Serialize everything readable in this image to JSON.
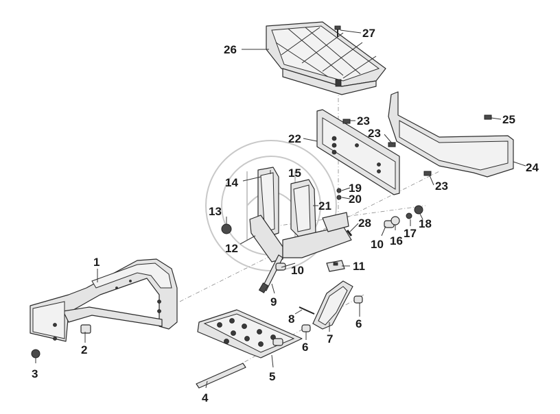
{
  "diagram": {
    "callouts": [
      {
        "id": "c1",
        "label": "1"
      },
      {
        "id": "c2",
        "label": "2"
      },
      {
        "id": "c3",
        "label": "3"
      },
      {
        "id": "c4",
        "label": "4"
      },
      {
        "id": "c5",
        "label": "5"
      },
      {
        "id": "c6a",
        "label": "6"
      },
      {
        "id": "c6b",
        "label": "6"
      },
      {
        "id": "c7",
        "label": "7"
      },
      {
        "id": "c8",
        "label": "8"
      },
      {
        "id": "c9",
        "label": "9"
      },
      {
        "id": "c10a",
        "label": "10"
      },
      {
        "id": "c10b",
        "label": "10"
      },
      {
        "id": "c11",
        "label": "11"
      },
      {
        "id": "c12",
        "label": "12"
      },
      {
        "id": "c13",
        "label": "13"
      },
      {
        "id": "c14",
        "label": "14"
      },
      {
        "id": "c15",
        "label": "15"
      },
      {
        "id": "c16",
        "label": "16"
      },
      {
        "id": "c17",
        "label": "17"
      },
      {
        "id": "c18",
        "label": "18"
      },
      {
        "id": "c19",
        "label": "19"
      },
      {
        "id": "c20",
        "label": "20"
      },
      {
        "id": "c21",
        "label": "21"
      },
      {
        "id": "c22",
        "label": "22"
      },
      {
        "id": "c23a",
        "label": "23"
      },
      {
        "id": "c23b",
        "label": "23"
      },
      {
        "id": "c23c",
        "label": "23"
      },
      {
        "id": "c24",
        "label": "24"
      },
      {
        "id": "c25",
        "label": "25"
      },
      {
        "id": "c26",
        "label": "26"
      },
      {
        "id": "c27",
        "label": "27"
      },
      {
        "id": "c28",
        "label": "28"
      }
    ]
  }
}
